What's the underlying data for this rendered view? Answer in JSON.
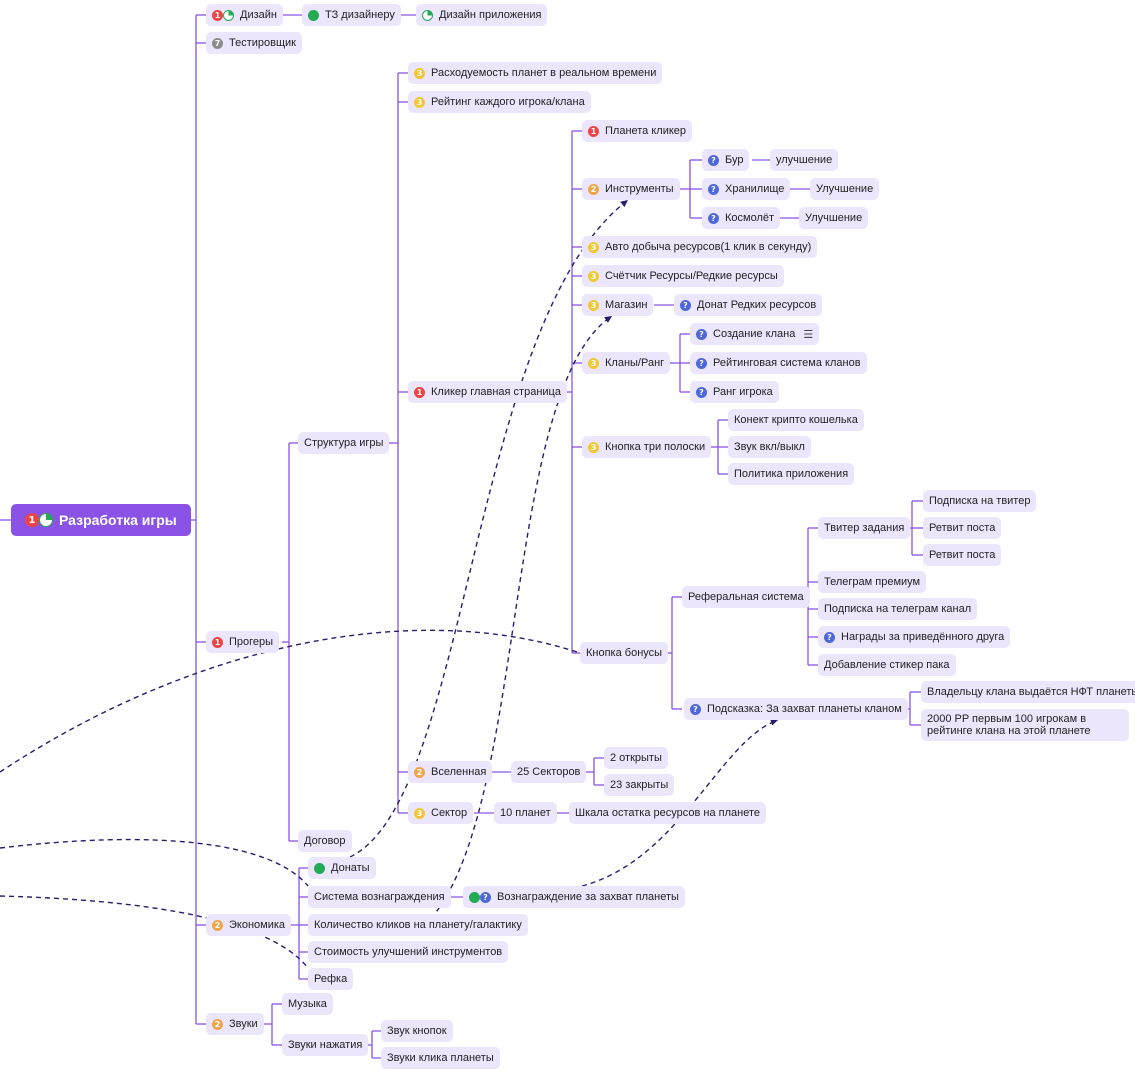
{
  "title": "Разработка игры",
  "nodes": {
    "root": "Разработка игры",
    "design": "Дизайн",
    "tz": "ТЗ дизайнеру",
    "app_design": "Дизайн приложения",
    "tester": "Тестировщик",
    "consumption": "Расходуемость планет в реальном времени",
    "rating": "Рейтинг каждого игрока/клана",
    "planet_clicker": "Планета кликер",
    "tools": "Инструменты",
    "drill": "Бур",
    "drill_up": "улучшение",
    "storage": "Хранилище",
    "storage_up": "Улучшение",
    "ship": "Космолёт",
    "ship_up": "Улучшение",
    "auto": "Авто добыча ресурсов(1 клик в секунду)",
    "counter": "Счётчик Ресурсы/Редкие ресурсы",
    "shop": "Магазин",
    "donate_rare": "Донат Редких ресурсов",
    "clans": "Кланы/Ранг",
    "create_clan": "Создание клана",
    "clan_rating": "Рейтинговая система кланов",
    "player_rank": "Ранг игрока",
    "three_lines": "Кнопка три полоски",
    "wallet": "Конект крипто кошелька",
    "sound_toggle": "Звук вкл/выкл",
    "policy": "Политика приложения",
    "clicker_main": "Кликер главная страница",
    "structure": "Структура игры",
    "twitter_tasks": "Твитер задания",
    "tw_sub": "Подписка на твитер",
    "retweet1": "Ретвит поста",
    "retweet2": "Ретвит поста",
    "tg_premium": "Телеграм премиум",
    "tg_sub": "Подписка на телеграм канал",
    "friend_reward": "Награды за приведённого друга",
    "sticker": "Добавление стикер пака",
    "referral": "Реферальная система",
    "bonus": "Кнопка бонусы",
    "hint": "Подсказка: За захват планеты кланом",
    "nft": "Владельцу клана выдаётся НФТ планеты",
    "pp2000": "2000 PP первым 100 игрокам в рейтинге клана  на этой планете",
    "progers": "Прогеры",
    "universe": "Вселенная",
    "sectors25": "25 Секторов",
    "open2": "2 открыты",
    "closed23": "23 закрыты",
    "sector": "Сектор",
    "planets10": "10 планет",
    "scale": "Шкала остатка ресурсов на планете",
    "contract": "Договор",
    "donates": "Донаты",
    "reward_system": "Система вознаграждения",
    "capture_reward": "Вознаграждение за захват планеты",
    "clicks_count": "Количество кликов на планету/галактику",
    "tool_cost": "Стоимость улучшений инструментов",
    "refka": "Рефка",
    "economy": "Экономика",
    "music": "Музыка",
    "sounds": "Звуки",
    "press_sounds": "Звуки нажатия",
    "btn_sound": "Звук кнопок",
    "planet_click_sound": "Звуки клика планеты"
  },
  "markers": {
    "p1": "1",
    "p2": "2",
    "p3": "3",
    "p7": "7",
    "q": "?"
  },
  "colors": {
    "accent": "#8a53e6",
    "connector": "#8a53e6",
    "relation": "#2a1d6e",
    "node_bg": "#ece6fc"
  }
}
